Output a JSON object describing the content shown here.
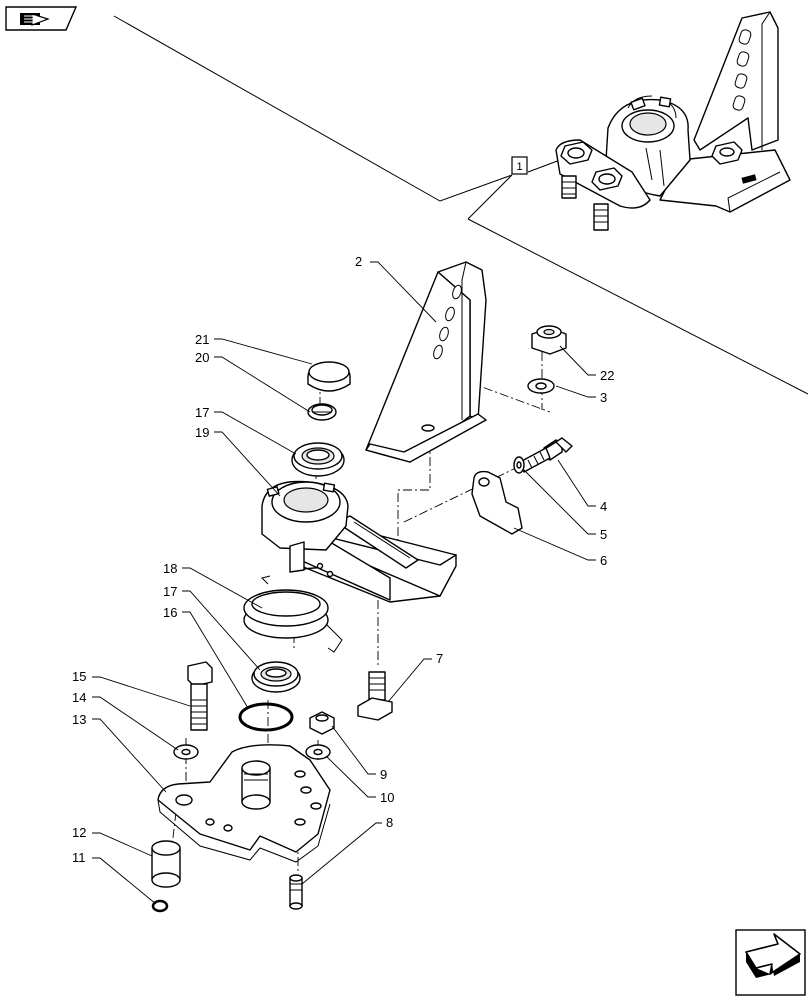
{
  "diagram": {
    "assembly_ref": "1",
    "callouts": [
      "2",
      "3",
      "4",
      "5",
      "6",
      "7",
      "8",
      "9",
      "10",
      "11",
      "12",
      "13",
      "14",
      "15",
      "16",
      "17",
      "17",
      "18",
      "19",
      "20",
      "21",
      "22"
    ]
  },
  "ui": {
    "top_left_icon": "book-arrow-icon",
    "bottom_right_icon": "next-arrow-icon"
  }
}
